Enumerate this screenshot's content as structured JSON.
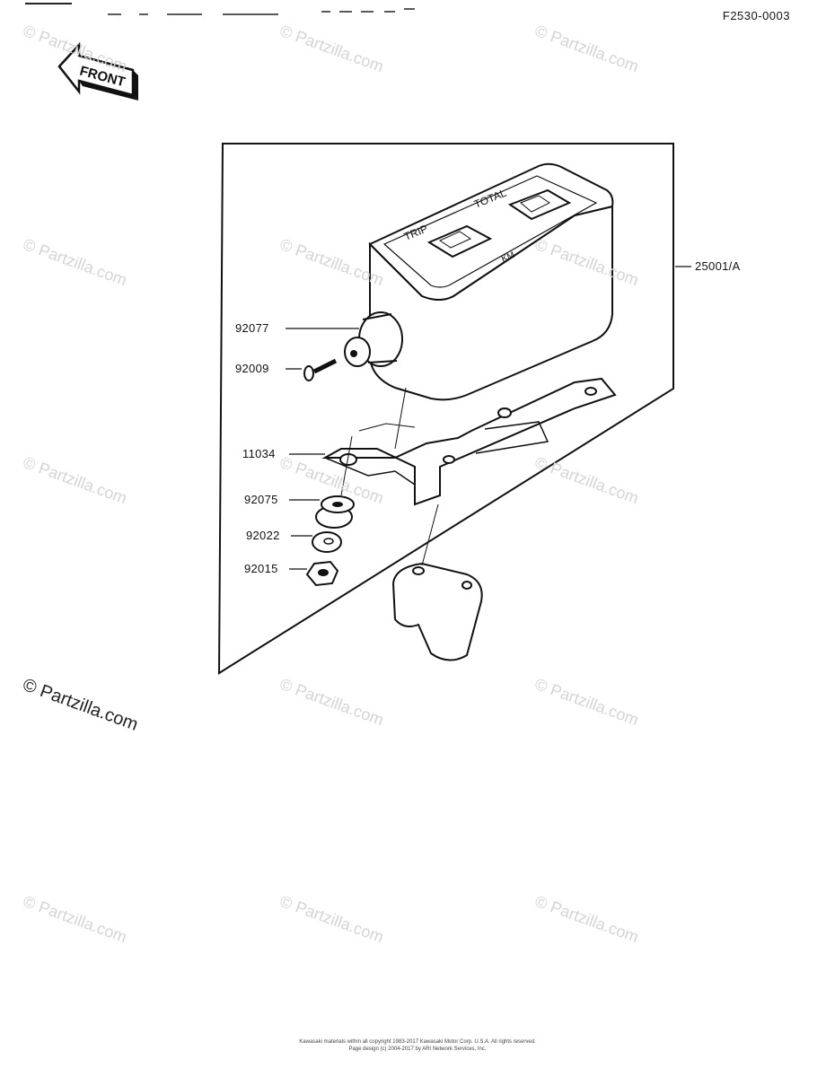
{
  "header": {
    "drawing_number": "F2530-0003"
  },
  "front_arrow": {
    "label": "FRONT",
    "icon": "front-direction-arrow-icon"
  },
  "diagram": {
    "parts": [
      {
        "number": "25001/A",
        "name": "meter assembly"
      },
      {
        "number": "92077",
        "name": "knob"
      },
      {
        "number": "92009",
        "name": "screw"
      },
      {
        "number": "11034",
        "name": "bracket"
      },
      {
        "number": "92075",
        "name": "damper"
      },
      {
        "number": "92022",
        "name": "washer"
      },
      {
        "number": "92015",
        "name": "nut"
      }
    ],
    "meter_face_text": {
      "trip": "TRIP",
      "total": "TOTAL",
      "unit": "KM"
    }
  },
  "watermark": {
    "text": "© Partzilla.com"
  },
  "footer": {
    "line1": "Kawasaki materials within all copyright 1983-2017 Kawasaki Motor Corp. U.S.A. All rights reserved.",
    "line2": "Page design (c) 2004-2017 by ARI Network Services, Inc."
  }
}
